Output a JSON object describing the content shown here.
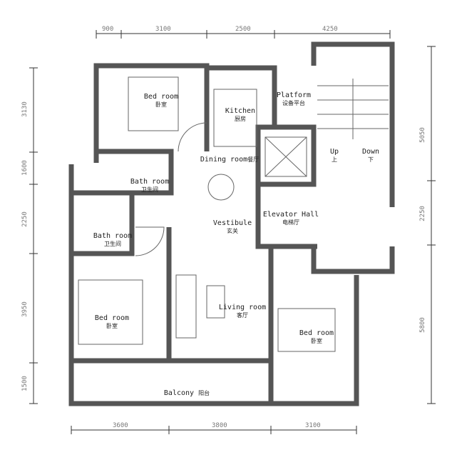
{
  "dimensions": {
    "top": [
      "900",
      "3100",
      "2500",
      "4250"
    ],
    "left": [
      "3130",
      "1600",
      "2250",
      "3950",
      "1500"
    ],
    "right": [
      "5050",
      "2250",
      "5800"
    ],
    "bottom": [
      "3600",
      "3800",
      "3100"
    ]
  },
  "rooms": {
    "bedroom_top": {
      "en": "Bed room",
      "cn": "卧室"
    },
    "kitchen": {
      "en": "Kitchen",
      "cn": "厨房"
    },
    "platform": {
      "en": "Platform",
      "cn": "设备平台"
    },
    "dining": {
      "en": "Dining room",
      "cn": "餐厅"
    },
    "bathroom_1": {
      "en": "Bath room",
      "cn": "卫生间"
    },
    "stairs_up": {
      "en": "Up",
      "cn": "上"
    },
    "stairs_down": {
      "en": "Down",
      "cn": "下"
    },
    "elevator_hall": {
      "en": "Elevator Hall",
      "cn": "电梯厅"
    },
    "vestibule": {
      "en": "Vestibule",
      "cn": "玄关"
    },
    "bathroom_2": {
      "en": "Bath room",
      "cn": "卫生间"
    },
    "bedroom_left": {
      "en": "Bed room",
      "cn": "卧室"
    },
    "living": {
      "en": "Living room",
      "cn": "客厅"
    },
    "bedroom_right": {
      "en": "Bed room",
      "cn": "卧室"
    },
    "balcony": {
      "en": "Balcony",
      "cn": "阳台"
    }
  },
  "colors": {
    "wall": "#555555",
    "dimension": "#777777"
  }
}
